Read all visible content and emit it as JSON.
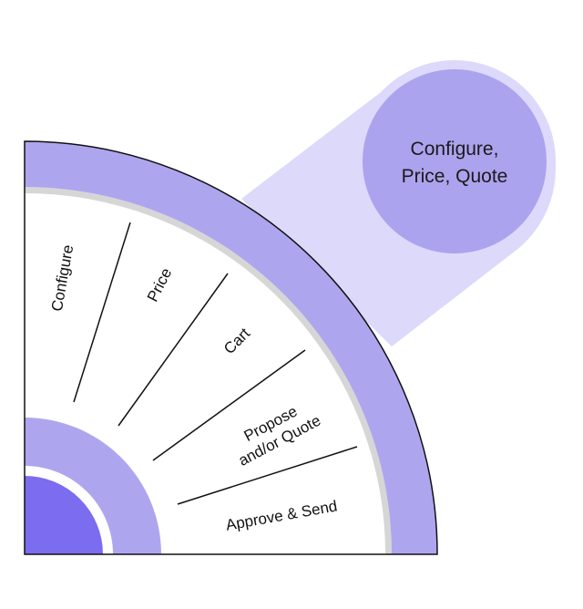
{
  "callout": {
    "line1": "Configure,",
    "line2": "Price, Quote"
  },
  "segments": [
    {
      "label": "Configure"
    },
    {
      "label": "Price"
    },
    {
      "label": "Cart"
    },
    {
      "label_line1": "Propose",
      "label_line2": "and/or Quote"
    },
    {
      "label": "Approve & Send"
    }
  ],
  "colors": {
    "outer_ring": "#ada6ef",
    "callout_bubble": "#dcd9fb",
    "callout_circle": "#aca3ee",
    "inner_ring": "#ada6ef",
    "core": "#7b6cf0",
    "divider": "#d6d6d6",
    "outline": "#111111"
  }
}
